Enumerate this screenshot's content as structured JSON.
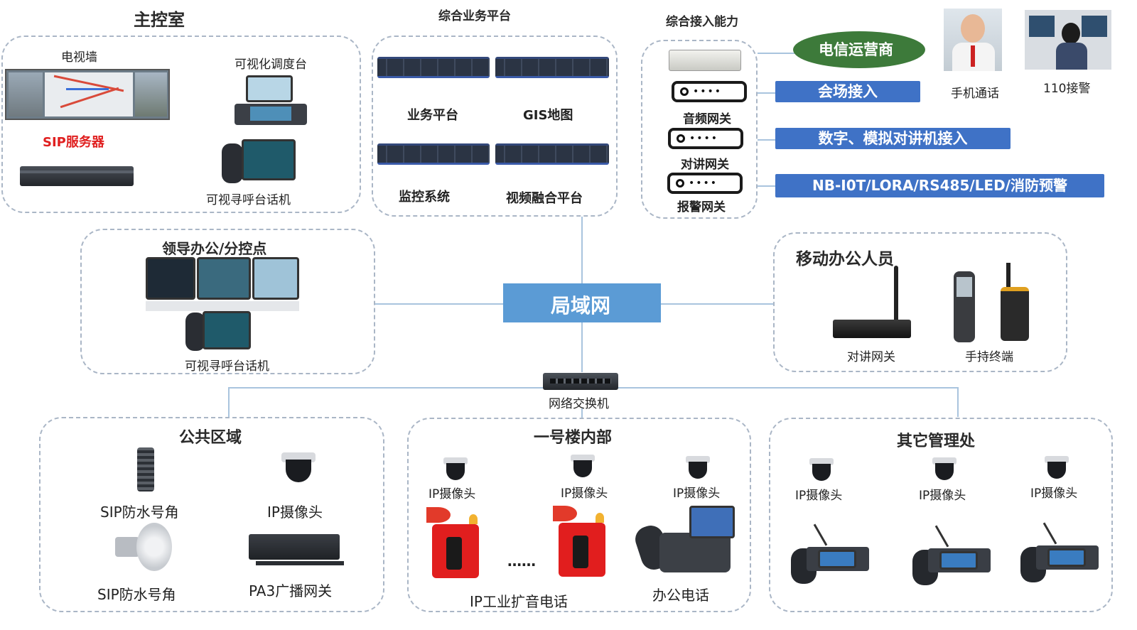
{
  "groups": {
    "main_control": {
      "title": "主控室",
      "tv_wall": "电视墙",
      "visual_console": "可视化调度台",
      "sip_server": "SIP服务器",
      "video_phone": "可视寻呼台话机"
    },
    "platform": {
      "title": "综合业务平台",
      "business": "业务平台",
      "gis": "GIS地图",
      "monitoring": "监控系统",
      "video_fusion": "视频融合平台"
    },
    "access": {
      "title": "综合接入能力",
      "audio_gw": "音频网关",
      "intercom_gw": "对讲网关",
      "alarm_gw": "报警网关"
    },
    "leader": {
      "title": "领导办公/分控点",
      "video_phone": "可视寻呼台话机"
    },
    "mobile": {
      "title": "移动办公人员",
      "intercom_gw": "对讲网关",
      "handheld": "手持终端"
    },
    "public": {
      "title": "公共区域",
      "horn1": "SIP防水号角",
      "camera": "IP摄像头",
      "horn2": "SIP防水号角",
      "pa3": "PA3广播网关"
    },
    "building1": {
      "title": "一号楼内部",
      "cam1": "IP摄像头",
      "cam2": "IP摄像头",
      "cam3": "IP摄像头",
      "ellipsis": "……",
      "industrial_phone": "IP工业扩音电话",
      "office_phone": "办公电话"
    },
    "other": {
      "title": "其它管理处",
      "cam1": "IP摄像头",
      "cam2": "IP摄像头",
      "cam3": "IP摄像头"
    }
  },
  "external": {
    "telecom": "电信运营商",
    "mobile_call": "手机通话",
    "police": "110接警",
    "venue_access": "会场接入",
    "radio_access": "数字、模拟对讲机接入",
    "iot_access": "NB-I0T/LORA/RS485/LED/消防预警"
  },
  "core": {
    "lan": "局域网",
    "switch": "网络交换机"
  },
  "colors": {
    "lan_box": "#5b9bd5",
    "bar_blue": "#3f72c6",
    "telecom_green": "#3d7a3a",
    "sip_red": "#e02020",
    "line": "#a9c4de",
    "dash": "#aab6c6"
  }
}
